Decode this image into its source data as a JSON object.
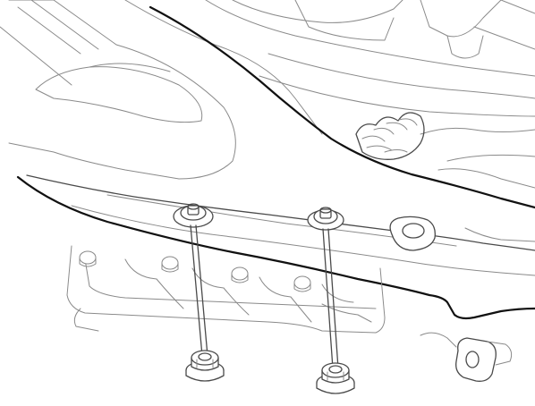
{
  "diagram": {
    "kind": "technical line illustration",
    "parts": [
      {
        "name": "vehicle-underbody-panel"
      },
      {
        "name": "subframe-member"
      },
      {
        "name": "mounting-stud-left"
      },
      {
        "name": "mounting-stud-right"
      },
      {
        "name": "flange-nut-left"
      },
      {
        "name": "flange-nut-right"
      }
    ],
    "colors": {
      "line": "#111111",
      "detail": "#8a8a8a",
      "background": "#ffffff"
    }
  }
}
